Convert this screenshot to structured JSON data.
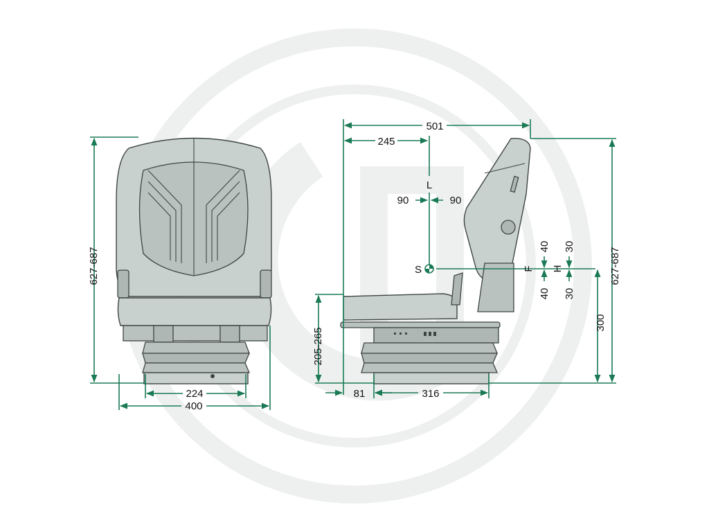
{
  "colors": {
    "dimension_line": "#1a7a55",
    "watermark": "#eef0ef",
    "seat_fill": "#c9d1ce",
    "outline": "#3d4543",
    "point_s": "#1a7a55"
  },
  "front_view": {
    "height_label": "627-687",
    "inner_width_label": "224",
    "outer_width_label": "400"
  },
  "side_view": {
    "total_depth_label": "501",
    "to_s_label": "245",
    "l_label": "L",
    "left_adjust_label": "90",
    "right_adjust_label": "90",
    "s_label": "S",
    "f_label": "F",
    "f_up_label": "40",
    "f_down_label": "40",
    "h_label": "H",
    "h_up_label": "30",
    "h_down_label": "30",
    "base_height_label": "205-265",
    "to_base_label": "300",
    "height_label": "627-687",
    "front_offset_label": "81",
    "base_depth_label": "316"
  }
}
